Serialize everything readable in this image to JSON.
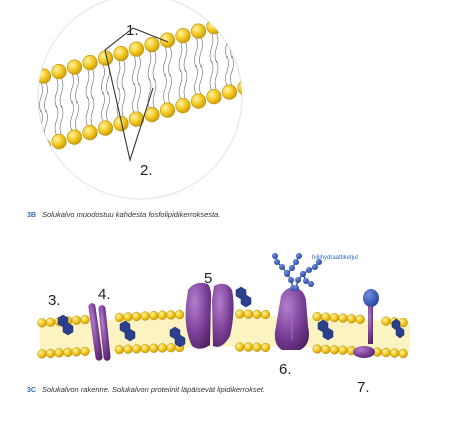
{
  "figure_3b": {
    "label": "3B",
    "caption": "Solukalvo muodostuu kahdesta fosfolipidikerroksesta.",
    "markers": [
      "1.",
      "2."
    ]
  },
  "figure_3c": {
    "label": "3C",
    "caption": "Solukalvon rakenne. Solukalvon proteiinit läpäisevät lipidikerrokset.",
    "markers": [
      "3.",
      "4.",
      "5",
      "6.",
      "7."
    ],
    "annotation": "hiilihydraattiketjut"
  },
  "colors": {
    "phospholipid_head": "#f0c419",
    "head_outline": "#b9930b",
    "membrane_core": "#fbf3c2",
    "protein": "#7b3f98",
    "cholesterol": "#2b3f8c",
    "carbohydrate": "#1c3b8f",
    "caption_label": "#2a6fb5"
  }
}
